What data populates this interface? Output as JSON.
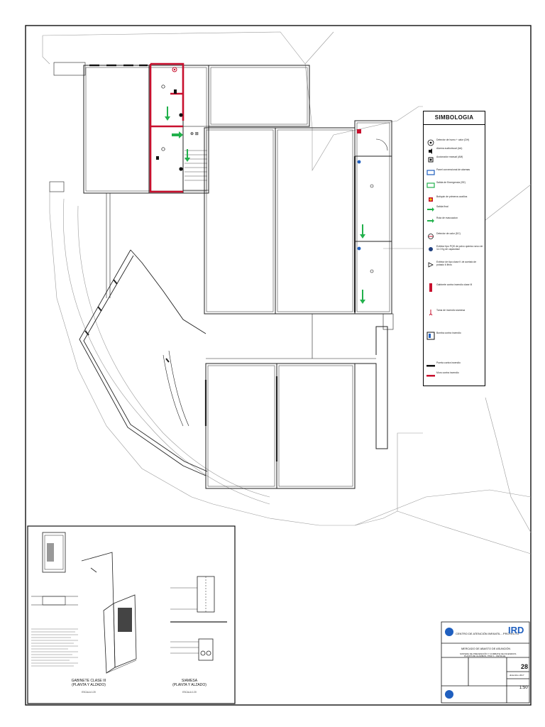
{
  "legend": {
    "title": "SIMBOLOGIA",
    "items": [
      {
        "label": "Detector de humo + calor (DH)",
        "icon": "smoke-detector-icon"
      },
      {
        "label": "Alarma audiovisual (AA)",
        "icon": "strobe-alarm-icon"
      },
      {
        "label": "Accionador manual (AM)",
        "icon": "manual-pull-station-icon"
      },
      {
        "label": "Panel convencional de alarmas",
        "icon": "alarm-panel-icon"
      },
      {
        "label": "Salida de Emergencia (SE)",
        "icon": "emergency-exit-sign-icon"
      },
      {
        "label": "Botiquin de primeros auxilios",
        "icon": "first-aid-kit-icon"
      },
      {
        "label": "Salida final",
        "icon": "final-exit-arrow-icon"
      },
      {
        "label": "Ruta de evacuacion",
        "icon": "evacuation-route-arrow-icon"
      },
      {
        "label": "Detector de calor (DC)",
        "icon": "heat-detector-icon"
      },
      {
        "label": "Extintor tipo PQS de polvo quimico seco de 11.0 Kg de capacidad",
        "icon": "pqs-extinguisher-icon"
      },
      {
        "label": "Extintor de tipo clase K de acetato de potasio 6 litros",
        "icon": "class-k-extinguisher-icon"
      },
      {
        "label": "Gabinete contra incendio clase III",
        "icon": "fire-cabinet-icon"
      },
      {
        "label": "Toma de incendio siamesa",
        "icon": "siamese-connection-icon"
      },
      {
        "label": "Bomba contra incendio",
        "icon": "fire-pump-icon"
      },
      {
        "label": "Puerta contra incendio",
        "icon": "fire-door-icon"
      },
      {
        "label": "Muro contra incendio",
        "icon": "firewall-icon"
      }
    ]
  },
  "details": {
    "cabinet_title": "GABINETE CLASE III",
    "cabinet_subtitle": "(PLANTA Y ALZADO)",
    "cabinet_scale": "ESCALA 1:20",
    "siamese_title": "SIAMESA",
    "siamese_subtitle": "(PLANTA Y ALZADO)",
    "siamese_scale": "ESCALA 1:20"
  },
  "title_block": {
    "project": "CENTRO DE ATENCIÓN INFANTIL - PROYECTO",
    "logo_text": "IRD",
    "subtitle": "MERCADO DE ABASTO DE ASUNCIÓN",
    "drawing_title": "SISTEMA DE PREVENCIÓN Y COMBATE DE INCENDIOS",
    "drawing_subtitle": "PLANTA DE ALARMAS, PISO 1 - DETALLE",
    "sheet_number": "28",
    "date": "diciembre 2017",
    "scale": "1:50"
  },
  "colors": {
    "red": "#c8102e",
    "green": "#22b14c",
    "blue": "#1f5fbf",
    "line": "#222222"
  }
}
